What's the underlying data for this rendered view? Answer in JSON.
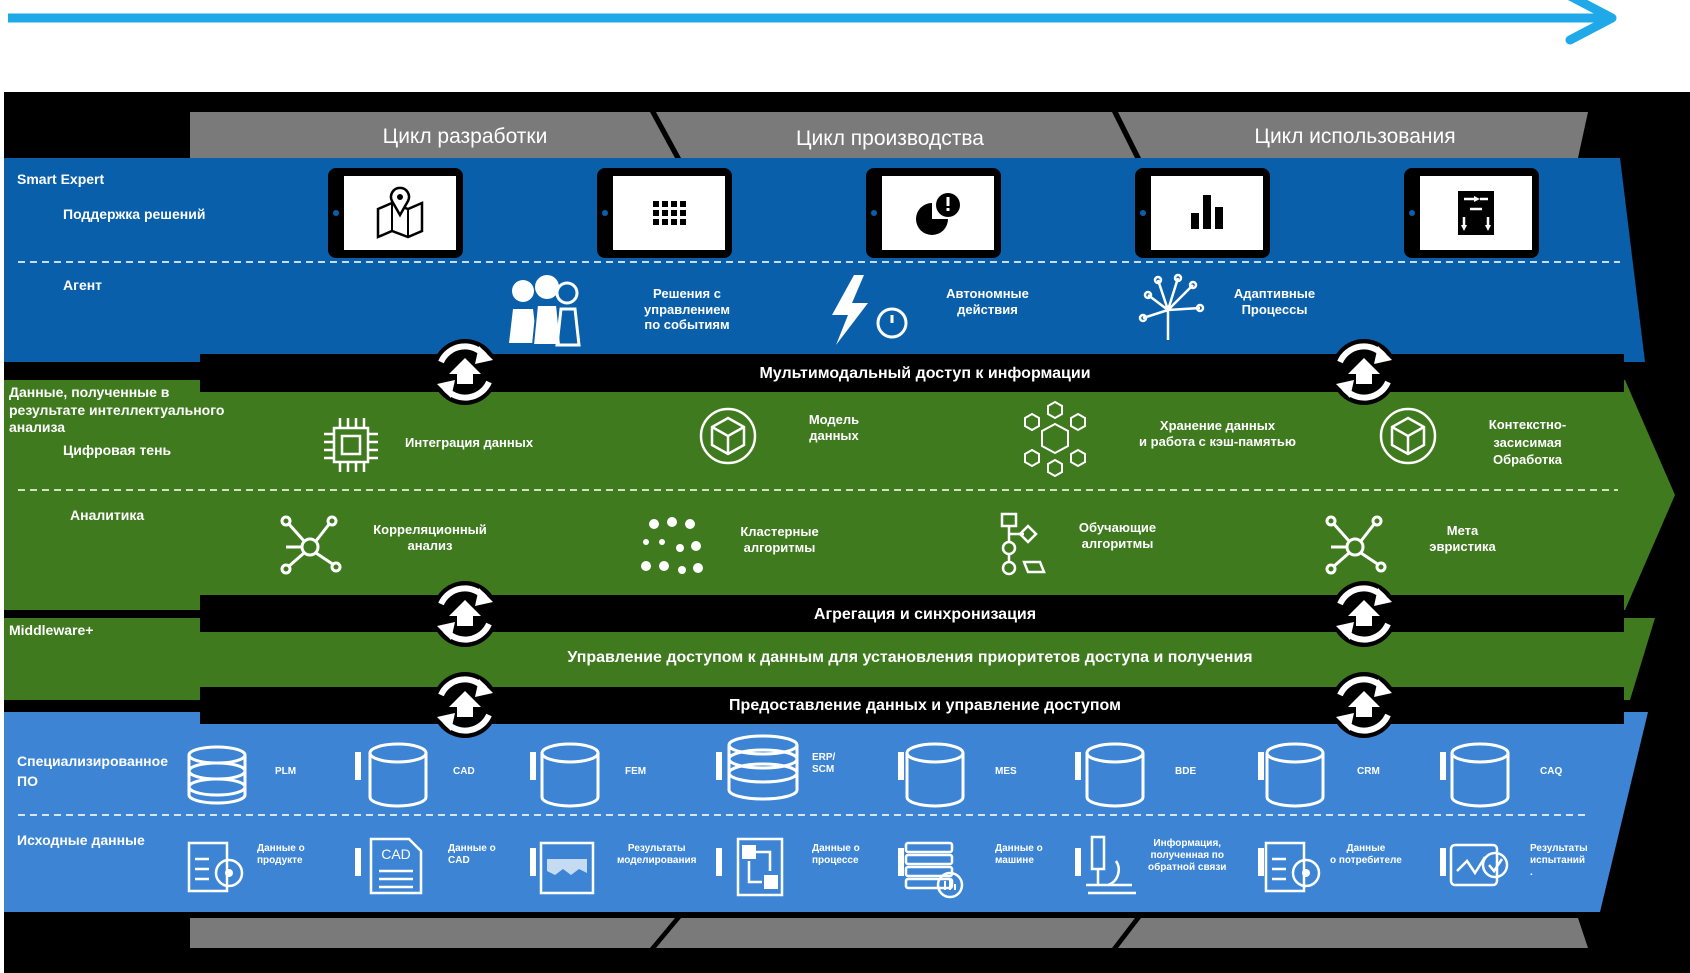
{
  "phases": [
    "Цикл разработки",
    "Цикл производства",
    "Цикл использования"
  ],
  "smart_expert": {
    "title": "Smart Expert",
    "decision_support": "Поддержка решений",
    "agent": "Агент",
    "agent_items": [
      {
        "label": "Решения с\nуправлением\nпо событиям",
        "icon": "pawns-icon"
      },
      {
        "label": "Автономные\nдействия",
        "icon": "lightning-icon"
      },
      {
        "label": "Адаптивные\nПроцессы",
        "icon": "brain-circuit-icon"
      }
    ],
    "tablets": [
      "map-pin-icon",
      "grid-dots-icon",
      "pie-alert-icon",
      "bar-chart-icon",
      "flow-blocks-icon"
    ]
  },
  "bars": {
    "multimodal": "Мультимодальный доступ к информации",
    "aggregation": "Агрегация и синхронизация",
    "provision": "Предоставление данных и управление доступом"
  },
  "intelligence": {
    "title": "Данные, полученные в\nрезультате интеллектуального\nанализа",
    "digital_shadow": "Цифровая тень",
    "items": [
      {
        "label": "Интеграция данных",
        "icon": "chip-icon"
      },
      {
        "label": "Модель\nданных",
        "icon": "cube-icon"
      },
      {
        "label": "Хранение данных\nи работа с кэш-памятью",
        "icon": "cube-network-icon"
      },
      {
        "label": "Контекстно-\nзасисимая\nОбработка",
        "icon": "cube-icon"
      }
    ],
    "analytics": "Аналитика",
    "analytics_items": [
      {
        "label": "Корреляционный\nанализ",
        "icon": "network-icon"
      },
      {
        "label": "Кластерные\nалгоритмы",
        "icon": "dots-cluster-icon"
      },
      {
        "label": "Обучающие\nалгоритмы",
        "icon": "flowchart-icon"
      },
      {
        "label": "Мета\nэвристика",
        "icon": "network-icon"
      }
    ]
  },
  "middleware": {
    "title": "Middleware+",
    "text": "Управление доступом к данным для установления приоритетов доступа и получения"
  },
  "specialized": {
    "title": "Специализированное\nПО",
    "systems": [
      "PLM",
      "CAD",
      "FEM",
      "ERP/\nSCM",
      "MES",
      "BDE",
      "CRM",
      "CAQ"
    ],
    "source_title": "Исходные данные",
    "sources": [
      {
        "label": "Данные о\nпродукте",
        "icon": "product-doc-icon"
      },
      {
        "label": "Данные о\nCAD",
        "icon": "cad-doc-icon",
        "icon_text": "CAD"
      },
      {
        "label": "Результаты\nмоделирования",
        "icon": "simulation-icon"
      },
      {
        "label": "Данные о\nпроцессе",
        "icon": "process-icon"
      },
      {
        "label": "Данные о\nмашине",
        "icon": "server-icon"
      },
      {
        "label": "Информация,\nполученная по\nобратной связи",
        "icon": "microscope-icon"
      },
      {
        "label": "Данные\nо потребителе",
        "icon": "customer-doc-icon"
      },
      {
        "label": "Результаты\nиспытаний\n.",
        "icon": "test-results-icon"
      }
    ]
  },
  "colors": {
    "arrow": "#1fa9e9",
    "dark_blue": "#0a5fab",
    "green": "#3f7a1f",
    "light_blue": "#3d85d4",
    "gray": "#7a7a7a",
    "black": "#000000"
  }
}
